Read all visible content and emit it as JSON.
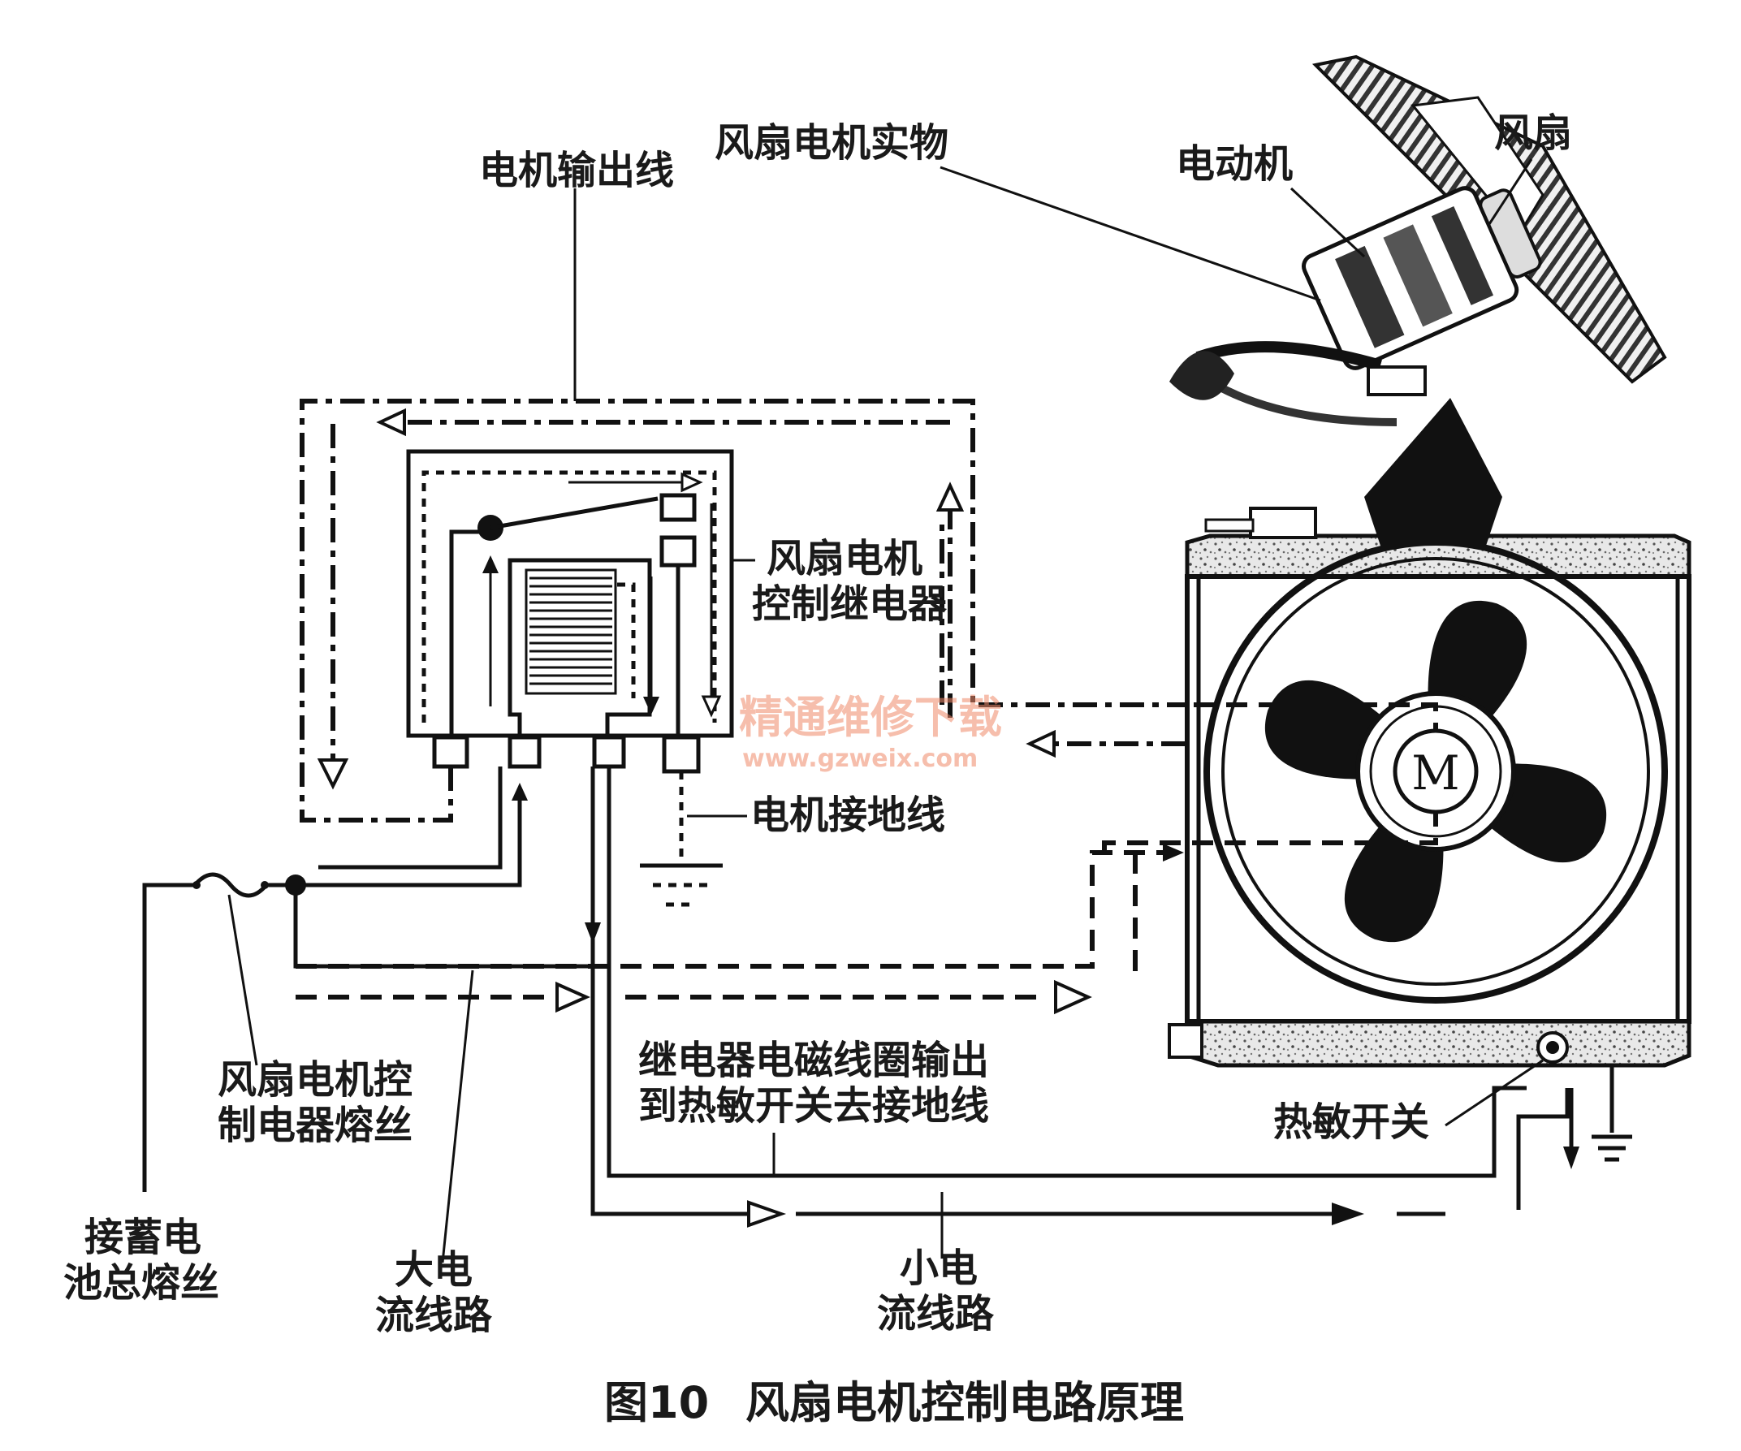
{
  "labels": {
    "motor_output_wire": "电机输出线",
    "fan_motor_actual": "风扇电机实物",
    "electric_motor": "电动机",
    "fan": "风扇",
    "relay_line1": "风扇电机",
    "relay_line2": "控制继电器",
    "motor_ground_wire": "电机接地线",
    "fuse_line1": "风扇电机控",
    "fuse_line2": "制电器熔丝",
    "battery_fuse_line1": "接蓄电",
    "battery_fuse_line2": "池总熔丝",
    "large_current_line1": "大电",
    "large_current_line2": "流线路",
    "coil_output_line1": "继电器电磁线圈输出",
    "coil_output_line2": "到热敏开关去接地线",
    "thermo_switch": "热敏开关",
    "small_current_line1": "小电",
    "small_current_line2": "流线路",
    "motor_symbol": "M"
  },
  "watermark": {
    "cn": "精通维修下载",
    "url": "www.gzweix.com"
  },
  "caption": {
    "number": "图10",
    "title": "风扇电机控制电路原理"
  },
  "colors": {
    "ink": "#111111",
    "watermark": "#f08a6a",
    "paper": "#ffffff"
  }
}
